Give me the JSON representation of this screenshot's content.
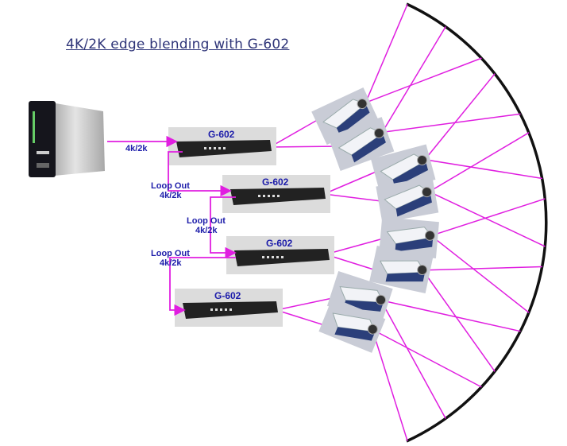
{
  "title": "4K/2K edge blending with G-602",
  "colors": {
    "signal": "#e01ee0",
    "label": "#1c1caa",
    "title": "#2e3478",
    "screen": "#111111"
  },
  "source": {
    "icon": "media-player-server-icon",
    "output_label": "4k/2k"
  },
  "devices": [
    {
      "label": "G-602"
    },
    {
      "label": "G-602"
    },
    {
      "label": "G-602"
    },
    {
      "label": "G-602"
    }
  ],
  "loops": [
    {
      "line1": "Loop Out",
      "line2": "4k/2k"
    },
    {
      "line1": "Loop Out",
      "line2": "4k/2k"
    },
    {
      "line1": "Loop Out",
      "line2": "4k/2k"
    }
  ],
  "projector_count": 8
}
